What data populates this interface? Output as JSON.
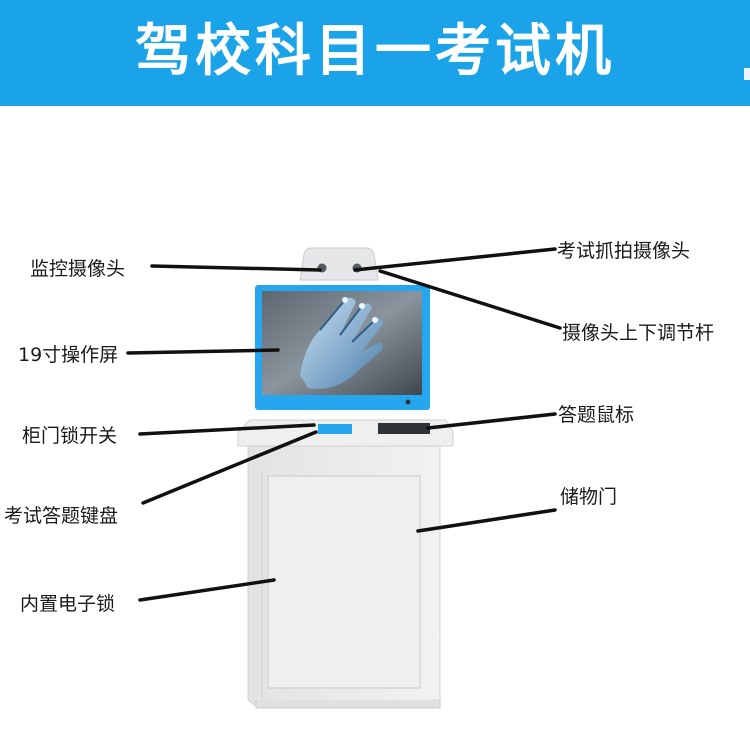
{
  "banner": {
    "title": "驾校科目一考试机",
    "color": "#1aa3e8"
  },
  "labels": {
    "monitor_camera": "监控摄像头",
    "screen": "19寸操作屏",
    "lock_switch": "柜门锁开关",
    "keyboard": "考试答题键盘",
    "e_lock": "内置电子锁",
    "capture_camera": "考试抓拍摄像头",
    "camera_adjuster": "摄像头上下调节杆",
    "mouse": "答题鼠标",
    "storage_door": "储物门"
  },
  "colors": {
    "frame_blue": "#27a6f0",
    "cabinet": "#e9eaeb",
    "leader": "#111111"
  },
  "icons": {
    "screen_art": "robot-hand-illustration"
  }
}
